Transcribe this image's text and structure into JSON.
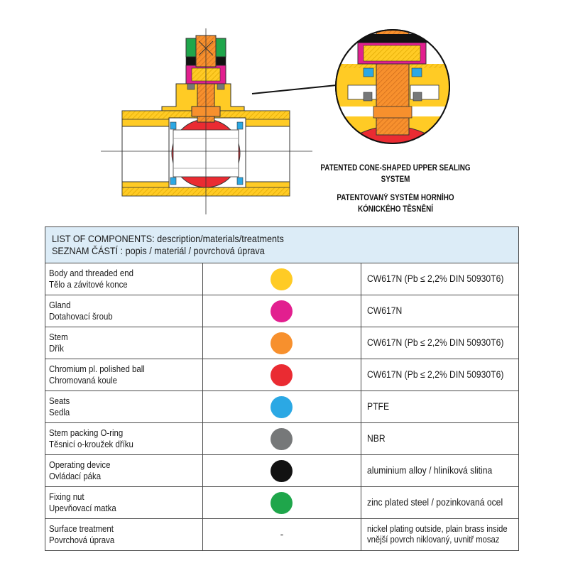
{
  "figure": {
    "caption_en": "PATENTED CONE-SHAPED UPPER SEALING SYSTEM",
    "caption_cz": "PATENTOVANÝ SYSTÉM HORNÍHO KÓNICKÉHO TĚSNĚNÍ"
  },
  "table": {
    "header_en": "LIST OF COMPONENTS: description/materials/treatments",
    "header_cz": "SEZNAM ČÁSTÍ : popis / materiál / povrchová úprava",
    "rows": [
      {
        "name_en": "Body and threaded end",
        "name_cz": "Tělo a závitové konce",
        "color": "#ffcb25",
        "material": "CW617N  (Pb ≤ 2,2% DIN 50930T6)"
      },
      {
        "name_en": "Gland",
        "name_cz": "Dotahovací šroub",
        "color": "#e21f8f",
        "material": "CW617N"
      },
      {
        "name_en": "Stem",
        "name_cz": "Dřík",
        "color": "#f7902d",
        "material": "CW617N  (Pb ≤ 2,2% DIN 50930T6)"
      },
      {
        "name_en": "Chromium pl. polished ball",
        "name_cz": "Chromovaná koule",
        "color": "#ea2b32",
        "material": "CW617N  (Pb ≤ 2,2% DIN 50930T6)"
      },
      {
        "name_en": "Seats",
        "name_cz": "Sedla",
        "color": "#2ba8e4",
        "material": "PTFE"
      },
      {
        "name_en": "Stem packing O-ring",
        "name_cz": "Těsnicí o-kroužek dříku",
        "color": "#767879",
        "material": "NBR"
      },
      {
        "name_en": "Operating device",
        "name_cz": "Ovládací páka",
        "color": "#121212",
        "material": "aluminium alloy / hliníková slitina"
      },
      {
        "name_en": "Fixing nut",
        "name_cz": "Upevňovací matka",
        "color": "#1fa64b",
        "material": "zinc plated steel / pozinkovaná ocel"
      },
      {
        "name_en": "Surface treatment",
        "name_cz": "Povrchová úprava",
        "color": "",
        "swatch_text": "-",
        "material": "nickel plating outside, plain brass inside",
        "material_cz": "vnější povrch niklovaný, uvnitř mosaz"
      }
    ]
  }
}
